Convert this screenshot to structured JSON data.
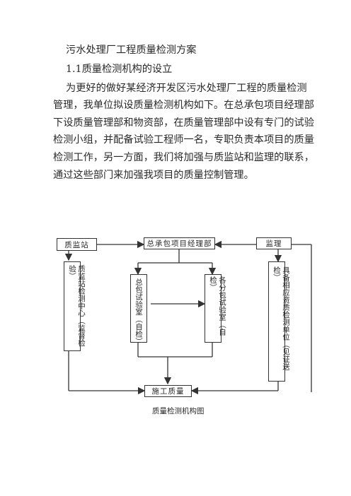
{
  "document": {
    "title": "污水处理厂工程质量检测方案",
    "section_heading": "1.1质量检测机构的设立",
    "paragraph_lines": [
      "为更好的做好某经济开发区污水处理厂工程的质量检测",
      "管理，我单位拟设质量检测机构如下。在总承包项目经理部",
      "下设质量管理部和物资部，在质量管理部中设有专门的试验",
      "检测小组，并配备试验工程师一名，专职负责本项目的质量",
      "检测工作，另一方面，我们将加强与质监站和监理的联系，",
      "通过这些部门来加强我项目的质量控制管理。"
    ]
  },
  "diagram": {
    "boxes": {
      "quality_station": "质监站",
      "general_contract_dept": "总承包项目经理部",
      "supervision": "监理",
      "quality_station_center": "质监站检测中心（监督检验）",
      "general_lab": "总包试验室（自检）",
      "sub_lab": "各分包试验室（自检）",
      "qualified_unit": "具备相应资质检测单位（见证送检）",
      "construction_quality": "施工质量"
    },
    "caption": "质量检测机构图"
  }
}
